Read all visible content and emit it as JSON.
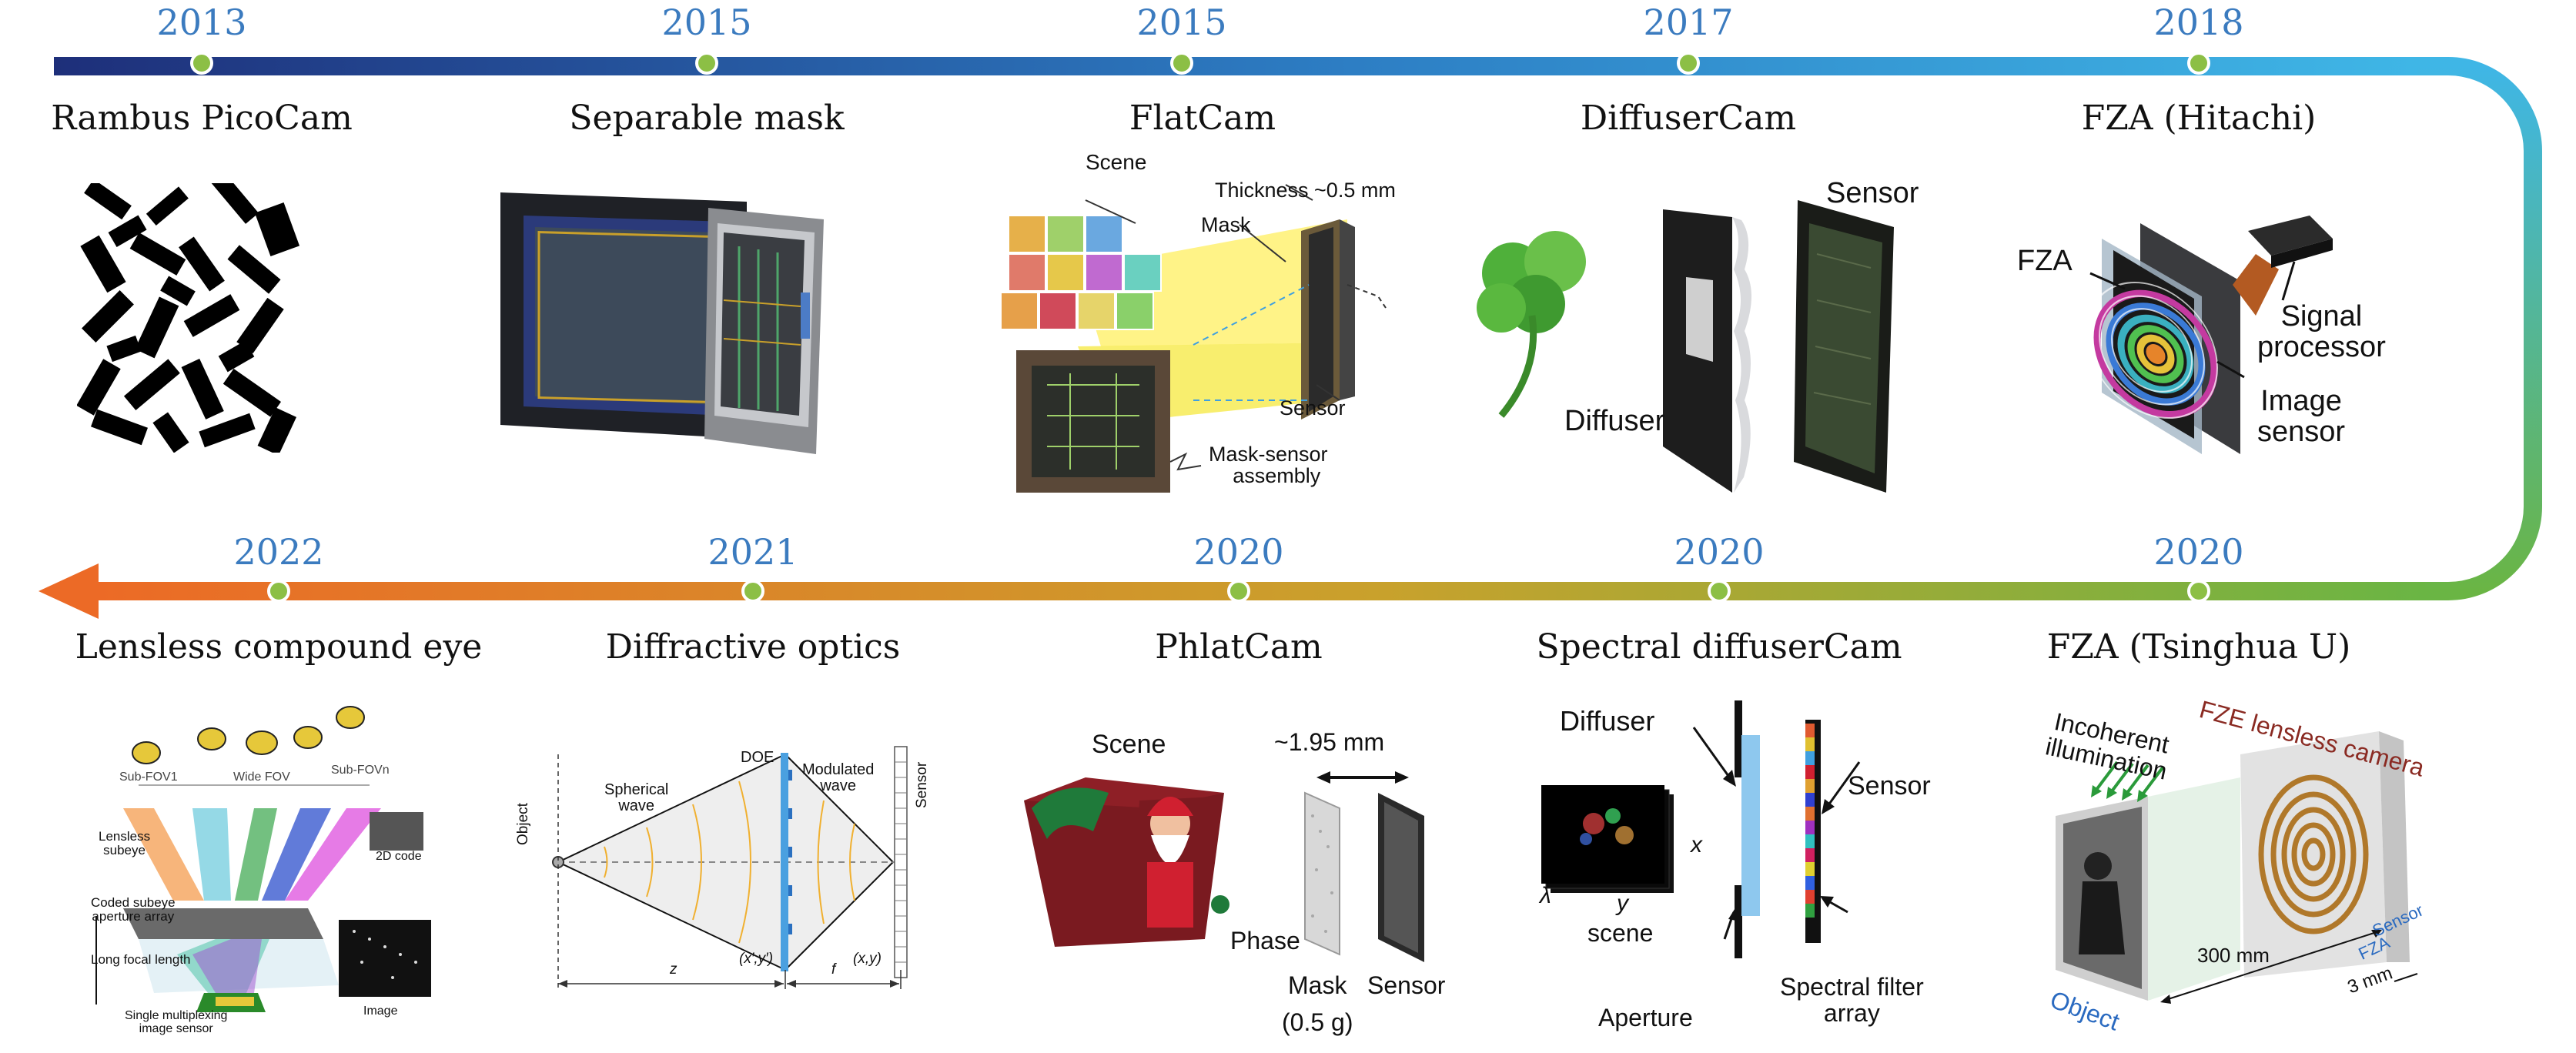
{
  "colors": {
    "year": "#3b7bbf",
    "top_bar_start": "#1e2f7a",
    "top_bar_end": "#3fb6e6",
    "bottom_bar_start": "#ec6a26",
    "bottom_bar_end": "#6ab544",
    "dot": "#8cbf45"
  },
  "top_row": [
    {
      "year": "2013",
      "name": "Rambus PicoCam"
    },
    {
      "year": "2015",
      "name": "Separable mask"
    },
    {
      "year": "2015",
      "name": "FlatCam"
    },
    {
      "year": "2017",
      "name": "DiffuserCam"
    },
    {
      "year": "2018",
      "name": "FZA (Hitachi)"
    }
  ],
  "bottom_row": [
    {
      "year": "2022",
      "name": "Lensless compound eye"
    },
    {
      "year": "2021",
      "name": "Diffractive optics"
    },
    {
      "year": "2020",
      "name": "PhlatCam"
    },
    {
      "year": "2020",
      "name": "Spectral diffuserCam"
    },
    {
      "year": "2020",
      "name": "FZA (Tsinghua U)"
    }
  ],
  "flatcam": {
    "scene": "Scene",
    "thickness": "Thickness ~0.5 mm",
    "mask": "Mask",
    "sensor": "Sensor",
    "assembly_1": "Mask-sensor",
    "assembly_2": "assembly"
  },
  "diffusercam": {
    "sensor": "Sensor",
    "diffuser": "Diffuser"
  },
  "fza_hitachi": {
    "fza": "FZA",
    "signal_1": "Signal",
    "signal_2": "processor",
    "image_1": "Image",
    "image_2": "sensor"
  },
  "compound_eye": {
    "sub_fov1": "Sub-FOV1",
    "wide_fov": "Wide FOV",
    "sub_fovn": "Sub-FOVn",
    "lensless_1": "Lensless",
    "lensless_2": "subeye",
    "code_2d": "2D code",
    "coded_1": "Coded subeye",
    "coded_2": "aperture array",
    "focal": "Long focal length",
    "image": "Image",
    "single_1": "Single multiplexing",
    "single_2": "image sensor"
  },
  "diffractive": {
    "object": "Object",
    "spherical_1": "Spherical",
    "spherical_2": "wave",
    "doe": "DOE",
    "modulated_1": "Modulated",
    "modulated_2": "wave",
    "sensor": "Sensor",
    "xy_prime": "(x′,y′)",
    "xy": "(x,y)",
    "z": "z",
    "f": "f"
  },
  "phlatcam": {
    "scene": "Scene",
    "gap": "~1.95 mm",
    "phase": "Phase",
    "mask": "Mask",
    "mass": "(0.5 g)",
    "sensor": "Sensor"
  },
  "spectral": {
    "diffuser": "Diffuser",
    "sensor": "Sensor",
    "x": "x",
    "y": "y",
    "lambda": "λ",
    "scene": "scene",
    "aperture": "Aperture",
    "filter_1": "Spectral filter",
    "filter_2": "array"
  },
  "fza_tsinghua": {
    "title": "FZE lensless camera",
    "illum_1": "Incoherent",
    "illum_2": "illumination",
    "distance": "300 mm",
    "sensor": "Sensor",
    "fza": "FZA",
    "thick": "3 mm",
    "object": "Object"
  }
}
